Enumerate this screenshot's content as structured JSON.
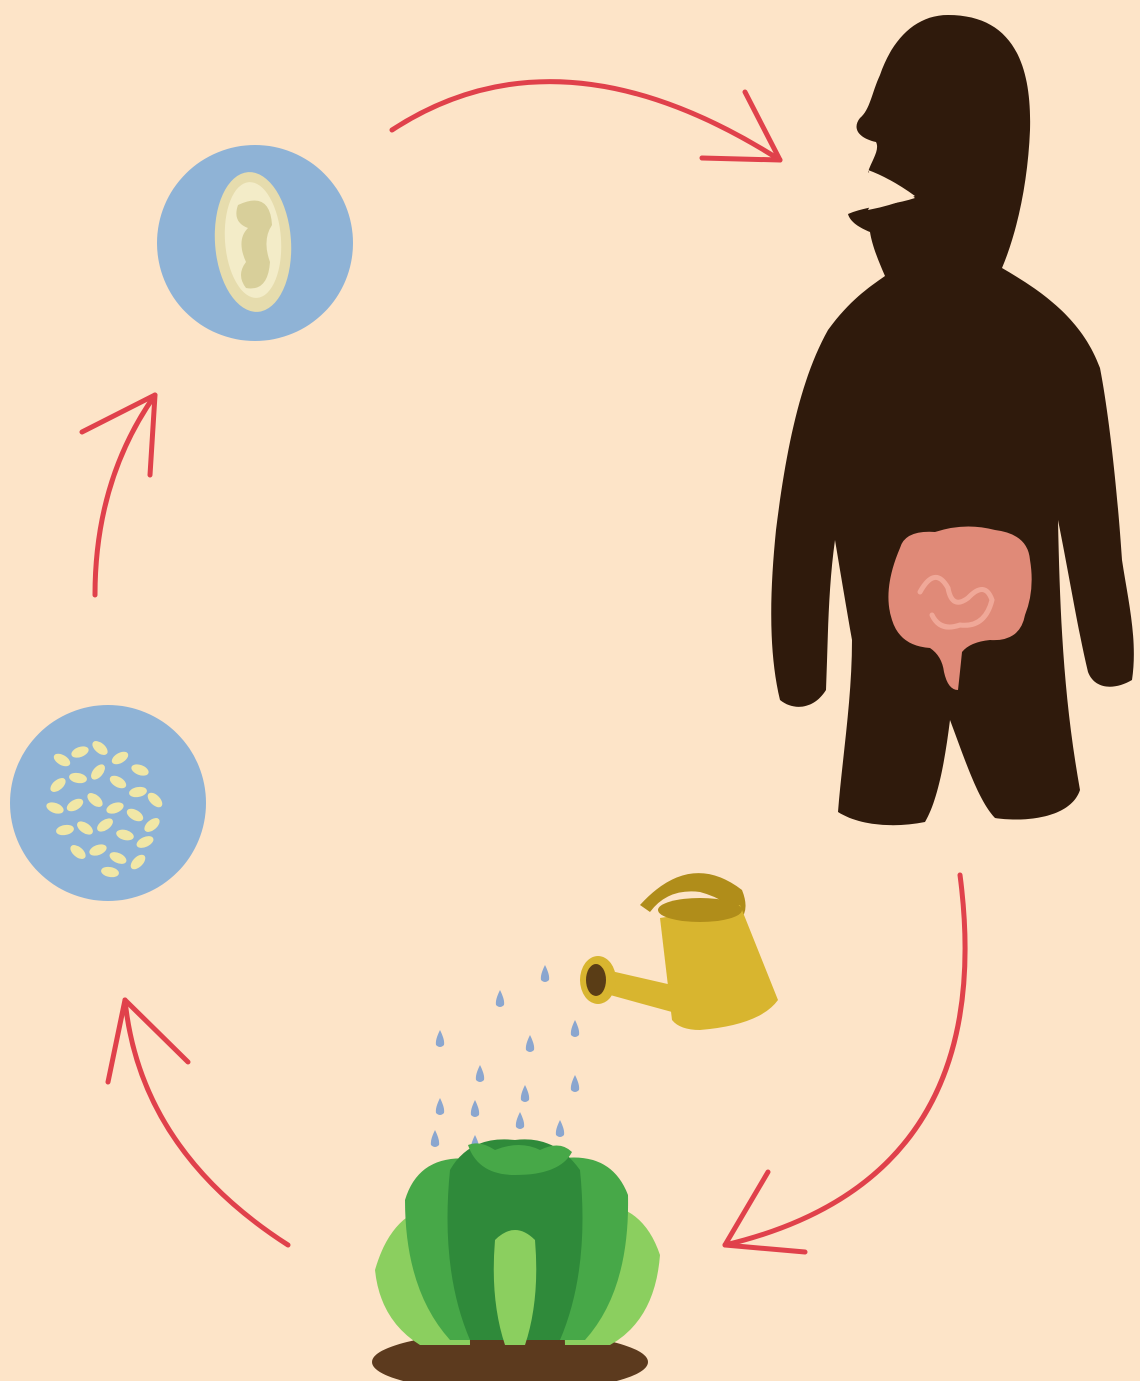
{
  "diagram": {
    "type": "cycle",
    "colors": {
      "background": "#fde4c8",
      "arrow": "#e0414b",
      "silhouette": "#2f1a0c",
      "intestine": "#e08a78",
      "intestine_light": "#f0a898",
      "circle": "#8fb3d6",
      "egg_shell": "#e6dcad",
      "egg_inner": "#f3ecc8",
      "egg_larva": "#d8cf9a",
      "eggs_small": "#f1e7a6",
      "can": "#d8b52f",
      "can_dark": "#b08d1a",
      "can_spout": "#5a3d16",
      "water": "#8aa6cf",
      "lettuce_dark": "#2f8a3a",
      "lettuce_mid": "#47a848",
      "lettuce_light": "#8bcf5f",
      "soil": "#5c3a1e"
    },
    "nodes": [
      {
        "name": "egg-magnified",
        "icon": "egg-circle-icon"
      },
      {
        "name": "human-host",
        "icon": "human-silhouette-icon"
      },
      {
        "name": "watering-can",
        "icon": "watering-can-icon"
      },
      {
        "name": "lettuce-plant",
        "icon": "lettuce-icon"
      },
      {
        "name": "eggs-cluster",
        "icon": "eggs-circle-icon"
      }
    ],
    "arrows": [
      {
        "from": "egg-magnified",
        "to": "human-host"
      },
      {
        "from": "human-host",
        "to": "lettuce-plant"
      },
      {
        "from": "lettuce-plant",
        "to": "eggs-cluster"
      },
      {
        "from": "eggs-cluster",
        "to": "egg-magnified"
      }
    ]
  }
}
